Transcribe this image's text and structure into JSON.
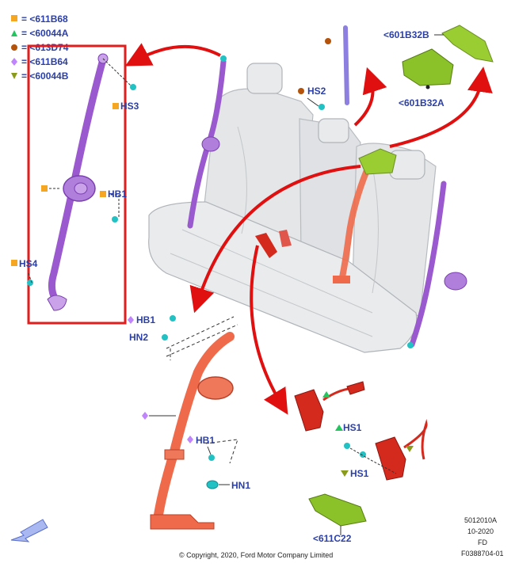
{
  "legend": [
    {
      "label": "= <611B68",
      "shape": "square",
      "color": "#f5a623"
    },
    {
      "label": "= <60044A",
      "shape": "triangle-up",
      "color": "#22c55e"
    },
    {
      "label": "= <613D74",
      "shape": "circle",
      "color": "#b45309"
    },
    {
      "label": "= <611B64",
      "shape": "diamond",
      "color": "#c084fc"
    },
    {
      "label": "= <60044B",
      "shape": "triangle-down",
      "color": "#8a9a1a"
    }
  ],
  "callouts": {
    "hs3": "HS3",
    "hb1_left": "HB1",
    "hs4": "HS4",
    "hs2": "HS2",
    "c601b32b": "<601B32B",
    "c601b32a": "<601B32A",
    "hb1_center": "HB1",
    "hn2": "HN2",
    "hb1_lower": "HB1",
    "hn1": "HN1",
    "hs1_upper": "HS1",
    "hs1_lower": "HS1",
    "c611c22": "<611C22"
  },
  "footer": {
    "code1": "5012010A",
    "code2": "10-2020",
    "code3": "FD",
    "code4": "F0388704-01",
    "copyright": "© Copyright, 2020, Ford Motor Company Limited"
  },
  "colors": {
    "purple_belt": "#9b59d0",
    "orange_belt": "#ef6a4a",
    "red_buckle": "#d42a1e",
    "green_part": "#9acd32",
    "seat_gray": "#e4e6e8",
    "highlight_box": "#e11d1d",
    "arrow_red": "#e01010",
    "label_blue": "#2b3fa8",
    "cyan_bolt": "#22c1c3"
  }
}
